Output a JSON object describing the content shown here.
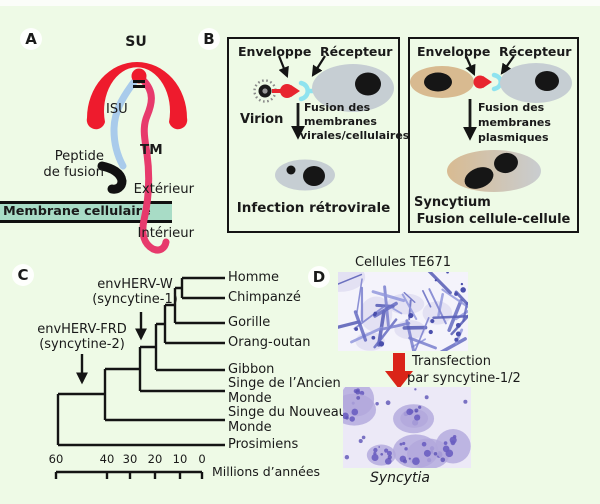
{
  "colors": {
    "background": "#eefae6",
    "su_red": "#ee1b2d",
    "tm_pink": "#e73a6c",
    "isu_blue": "#a9cbeb",
    "membrane_teal": "#a8dcc6",
    "cell_gray": "#c6ced3",
    "cell_tan": "#d8ba90",
    "receptor_cyan": "#8fe3ef",
    "transfection_arrow_red": "#da2418",
    "micrograph_purple": "#7b80cf"
  },
  "panel_a": {
    "label": "A",
    "su_label": "SU",
    "isu_label": "ISU",
    "tm_label": "TM",
    "peptide_line1": "Peptide",
    "peptide_line2": "de fusion",
    "exterior_label": "Extérieur",
    "membrane_label": "Membrane cellulaire",
    "interior_label": "Intérieur"
  },
  "panel_b": {
    "label": "B",
    "retroviral": {
      "enveloppe_label": "Enveloppe",
      "recepteur_label": "Récepteur",
      "virion_label": "Virion",
      "arrow_lines": [
        "Fusion des",
        "membranes",
        "virales/cellulaires"
      ],
      "caption": "Infection rétrovirale"
    },
    "cell_cell": {
      "enveloppe_label": "Enveloppe",
      "recepteur_label": "Récepteur",
      "arrow_lines": [
        "Fusion des",
        "membranes",
        "plasmiques"
      ],
      "syncytium_label": "Syncytium",
      "caption": "Fusion cellule-cellule"
    }
  },
  "panel_c": {
    "label": "C",
    "annotation_w": {
      "line1": "envHERV-W",
      "line2": "(syncytine-1)"
    },
    "annotation_frd": {
      "line1": "envHERV-FRD",
      "line2": "(syncytine-2)"
    },
    "axis_ticks": [
      "60",
      "40",
      "30",
      "20",
      "10",
      "0"
    ],
    "axis_label": "Millions d’années"
  },
  "panel_d": {
    "label": "D",
    "title": "Cellules TE671",
    "arrow_line1": "Transfection",
    "arrow_line2": "par syncytine-1/2",
    "caption": "Syncytia"
  },
  "tree_data": {
    "type": "phylogenetic-tree",
    "leaves": [
      "Homme",
      "Chimpanzé",
      "Gorille",
      "Orang-outan",
      "Gibbon",
      "Singe de l’Ancien Monde",
      "Singe du Nouveau Monde",
      "Prosimiens"
    ],
    "time_axis": {
      "ticks_my": [
        60,
        40,
        30,
        20,
        10,
        0
      ],
      "label": "Millions d’années"
    },
    "divergence_my": {
      "homme_chimpanze": 8,
      "gorille": 11,
      "orang_outan": 15,
      "gibbon": 19,
      "singe_ancien_monde": 26,
      "singe_nouveau_monde": 40,
      "prosimiens": 60
    },
    "retroviral_insertions": [
      {
        "label": "envHERV-W (syncytine-1)",
        "branch_time_my": 25
      },
      {
        "label": "envHERV-FRD (syncytine-2)",
        "branch_time_my": 49
      }
    ]
  }
}
